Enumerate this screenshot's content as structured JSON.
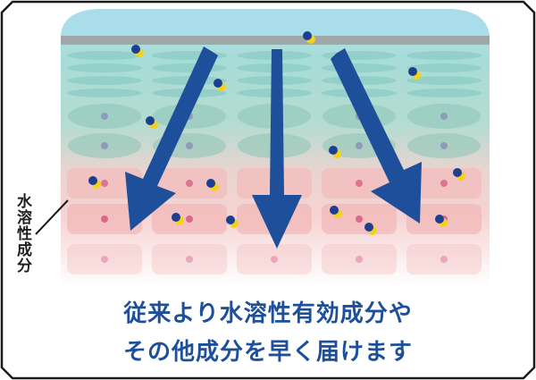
{
  "labels": {
    "side_label": "水溶性成分",
    "caption_line1": "従来より水溶性有効成分や",
    "caption_line2": "その他成分を早く届けます"
  },
  "colors": {
    "frame": "#1a1a1a",
    "stratum_top": "#a6dbe8",
    "basal_layer": "#f3c6c6",
    "arrow": "#1d4f9a",
    "particle_dark": "#1d3f8f",
    "particle_yellow": "#f2d21a",
    "caption_text": "#1d4f9a",
    "nucleus": "#d5487a"
  },
  "icons": {
    "arrow": "down-arrow-icon",
    "particle": "particle-icon"
  }
}
